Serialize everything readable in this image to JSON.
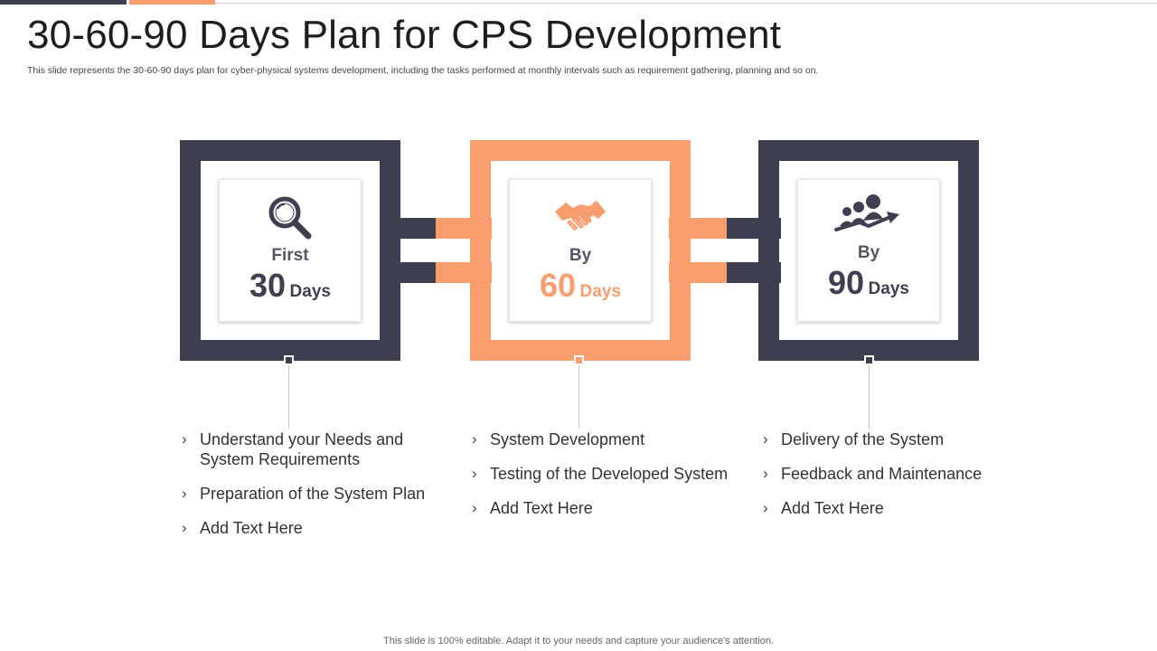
{
  "header": {
    "title": "30-60-90 Days Plan for CPS Development",
    "subtitle": "This slide represents the 30-60-90 days plan for cyber-physical systems development, including the tasks performed at monthly intervals such as requirement gathering, planning and so on."
  },
  "colors": {
    "dark": "#3f3f52",
    "accent": "#f99d6f"
  },
  "stages": [
    {
      "icon": "magnifying-glass-icon",
      "label": "First",
      "number": "30",
      "unit": "Days",
      "items": [
        "Understand your Needs and System Requirements",
        "Preparation of the System Plan",
        "Add Text Here"
      ]
    },
    {
      "icon": "handshake-icon",
      "label": "By",
      "number": "60",
      "unit": "Days",
      "items": [
        "System Development",
        "Testing of the Developed System",
        "Add Text Here"
      ]
    },
    {
      "icon": "team-growth-icon",
      "label": "By",
      "number": "90",
      "unit": "Days",
      "items": [
        "Delivery of the System",
        "Feedback and Maintenance",
        "Add Text Here"
      ]
    }
  ],
  "bullet_glyph": "›",
  "footer": "This slide is 100% editable. Adapt it to your needs and capture your audience's attention."
}
